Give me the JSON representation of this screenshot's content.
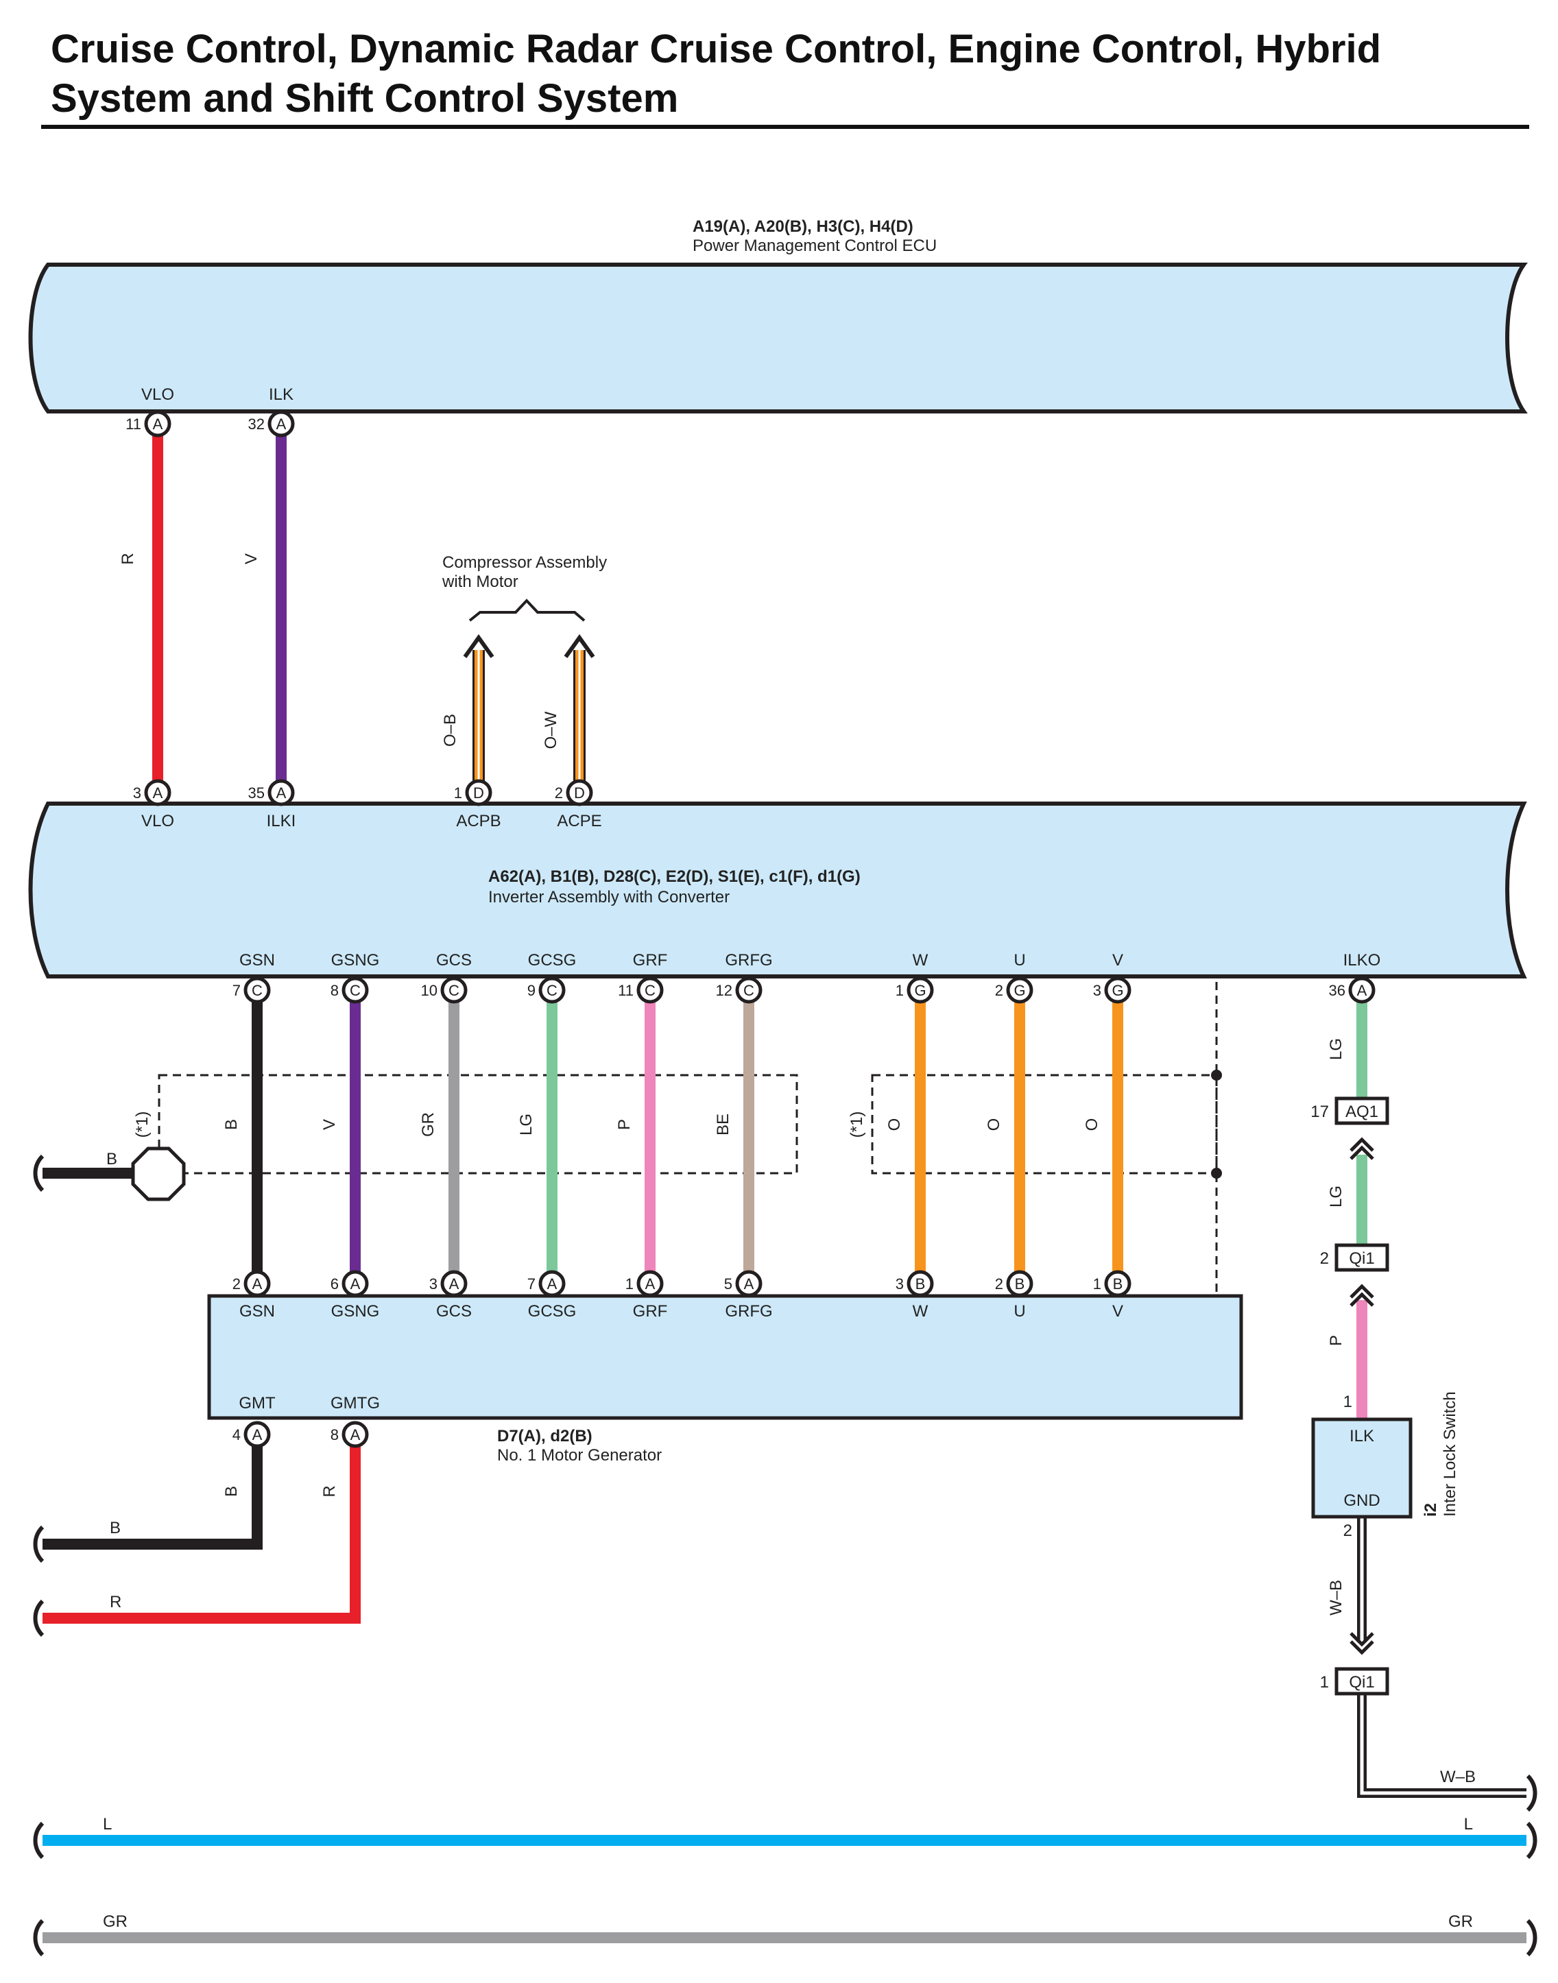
{
  "title": "Cruise Control, Dynamic Radar Cruise Control, Engine Control, Hybrid System and Shift Control System",
  "components": {
    "pm_ecu": {
      "code": "A19(A), A20(B), H3(C), H4(D)",
      "name": "Power Management Control ECU"
    },
    "compressor": {
      "name_line1": "Compressor Assembly",
      "name_line2": "with Motor"
    },
    "inverter": {
      "code": "A62(A), B1(B), D28(C), E2(D), S1(E), c1(F), d1(G)",
      "name": "Inverter Assembly with Converter"
    },
    "motor_gen": {
      "code": "D7(A), d2(B)",
      "name": "No.  1 Motor Generator"
    },
    "interlock": {
      "code": "i2",
      "name": "Inter Lock Switch",
      "term_top": "ILK",
      "term_bottom": "GND"
    }
  },
  "ecu_pins": [
    {
      "id": "vlo",
      "name": "VLO",
      "num": "11",
      "conn": "A",
      "color": "R",
      "hex": "#e8202a",
      "inv_name": "VLO",
      "inv_num": "3",
      "inv_conn": "A"
    },
    {
      "id": "ilk",
      "name": "ILK",
      "num": "32",
      "conn": "A",
      "color": "V",
      "hex": "#6a2c91",
      "inv_name": "ILKI",
      "inv_num": "35",
      "inv_conn": "A"
    }
  ],
  "compressor_wires": [
    {
      "id": "acpb",
      "color": "O–B",
      "num": "1",
      "conn": "D",
      "inv_name": "ACPB"
    },
    {
      "id": "acpe",
      "color": "O–W",
      "num": "2",
      "conn": "D",
      "inv_name": "ACPE"
    }
  ],
  "mg_wires": [
    {
      "id": "gsn",
      "name": "GSN",
      "inv_num": "7",
      "inv_conn": "C",
      "color": "B",
      "hex": "#231f20",
      "mg_num": "2",
      "mg_conn": "A"
    },
    {
      "id": "gsng",
      "name": "GSNG",
      "inv_num": "8",
      "inv_conn": "C",
      "color": "V",
      "hex": "#6a2c91",
      "mg_num": "6",
      "mg_conn": "A"
    },
    {
      "id": "gcs",
      "name": "GCS",
      "inv_num": "10",
      "inv_conn": "C",
      "color": "GR",
      "hex": "#9d9d9f",
      "mg_num": "3",
      "mg_conn": "A"
    },
    {
      "id": "gcsg",
      "name": "GCSG",
      "inv_num": "9",
      "inv_conn": "C",
      "color": "LG",
      "hex": "#7cc89a",
      "mg_num": "7",
      "mg_conn": "A"
    },
    {
      "id": "grf",
      "name": "GRF",
      "inv_num": "11",
      "inv_conn": "C",
      "color": "P",
      "hex": "#ef86bb",
      "mg_num": "1",
      "mg_conn": "A"
    },
    {
      "id": "grfg",
      "name": "GRFG",
      "inv_num": "12",
      "inv_conn": "C",
      "color": "BE",
      "hex": "#bda89a",
      "mg_num": "5",
      "mg_conn": "A"
    },
    {
      "id": "w",
      "name": "W",
      "inv_num": "1",
      "inv_conn": "G",
      "color": "O",
      "hex": "#f7941d",
      "mg_num": "3",
      "mg_conn": "B"
    },
    {
      "id": "u",
      "name": "U",
      "inv_num": "2",
      "inv_conn": "G",
      "color": "O",
      "hex": "#f7941d",
      "mg_num": "2",
      "mg_conn": "B"
    },
    {
      "id": "v",
      "name": "V",
      "inv_num": "3",
      "inv_conn": "G",
      "color": "O",
      "hex": "#f7941d",
      "mg_num": "1",
      "mg_conn": "B"
    }
  ],
  "shield_note": "(*1)",
  "ground_wire_color": "B",
  "mg_outputs": [
    {
      "id": "gmt",
      "name": "GMT",
      "num": "4",
      "conn": "A",
      "color": "B",
      "hex": "#231f20",
      "out_label": "B"
    },
    {
      "id": "gmtg",
      "name": "GMTG",
      "num": "8",
      "conn": "A",
      "color": "R",
      "hex": "#e8202a",
      "out_label": "R"
    }
  ],
  "interlock_chain": {
    "ilko_name": "ILKO",
    "ilko_num": "36",
    "ilko_conn": "A",
    "wire1_color": "LG",
    "aq1_label": "AQ1",
    "aq1_num": "17",
    "wire2_color": "LG",
    "qi1_top_label": "Qi1",
    "qi1_top_num": "2",
    "wire3_color": "P",
    "switch_pin_top": "1",
    "switch_pin_bottom": "2",
    "wire4_color": "W–B",
    "qi1_bot_label": "Qi1",
    "qi1_bot_num": "1",
    "out_color": "W–B"
  },
  "bus_lines": [
    {
      "id": "l",
      "label_left": "L",
      "label_right": "L",
      "hex": "#00aeef"
    },
    {
      "id": "gr",
      "label_left": "GR",
      "label_right": "GR",
      "hex": "#9d9d9f"
    }
  ],
  "colors": {
    "box_fill": "#cde9f9",
    "outline": "#231f20"
  }
}
